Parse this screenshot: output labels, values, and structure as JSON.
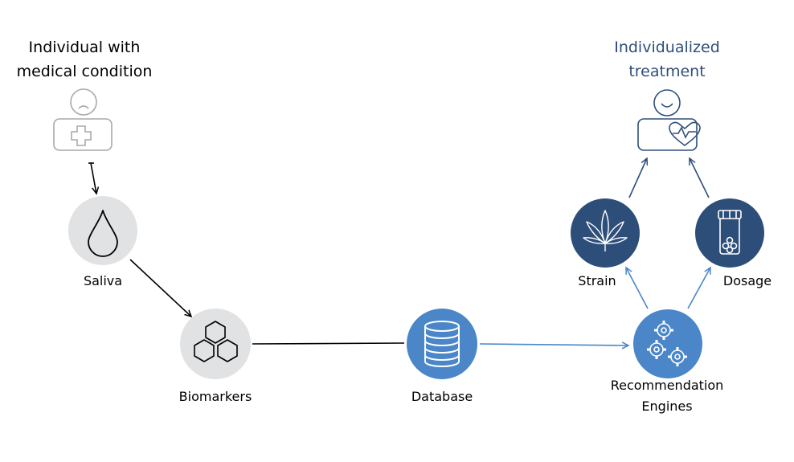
{
  "input": {
    "title_line1": "Individual with",
    "title_line2": "medical condition"
  },
  "output": {
    "title_line1": "Individualized",
    "title_line2": "treatment"
  },
  "nodes": {
    "saliva": "Saliva",
    "biomarkers": "Biomarkers",
    "database": "Database",
    "engines_line1": "Recommendation",
    "engines_line2": "Engines",
    "strain": "Strain",
    "dosage": "Dosage"
  },
  "colors": {
    "gray_circle": "#e1e2e4",
    "light_blue": "#4a86c8",
    "dark_blue": "#2e4e7a",
    "arrow_blue": "#4a86c8",
    "person_gray": "#a9a9a9"
  }
}
